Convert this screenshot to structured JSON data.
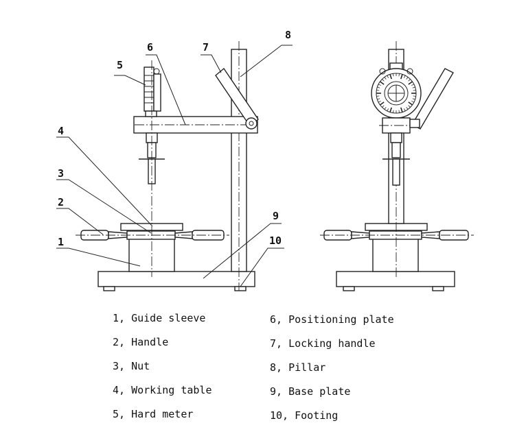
{
  "callouts": {
    "c1": "1",
    "c2": "2",
    "c3": "3",
    "c4": "4",
    "c5": "5",
    "c6": "6",
    "c7": "7",
    "c8": "8",
    "c9": "9",
    "c10": "10"
  },
  "legend": {
    "left": [
      "1, Guide sleeve",
      "2, Handle",
      "3, Nut",
      "4, Working table",
      "5, Hard meter"
    ],
    "right": [
      "6, Positioning plate",
      "7, Locking handle",
      "8, Pillar",
      "9, Base plate",
      "10, Footing"
    ]
  }
}
